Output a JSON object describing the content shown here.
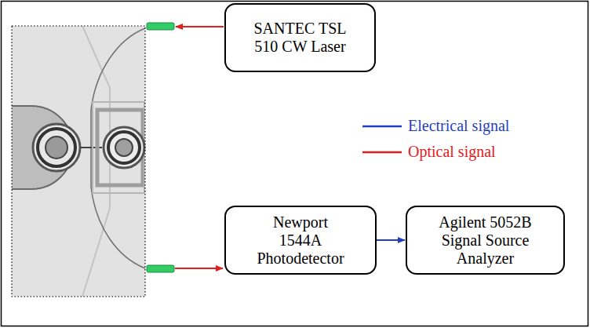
{
  "diagram": {
    "nodes": [
      {
        "text": [
          "SANTEC TSL 510 CW Laser"
        ]
      },
      {
        "text": [
          "Newport 1544A Photodetector"
        ]
      },
      {
        "text": [
          "Agilent 5052B Signal Source Analyzer"
        ]
      }
    ],
    "edges": [
      {
        "from": 1,
        "to": 2,
        "arrow": "to"
      }
    ],
    "legend": [
      {
        "text": "Electrical signal"
      },
      {
        "text": "Optical signal"
      }
    ]
  }
}
